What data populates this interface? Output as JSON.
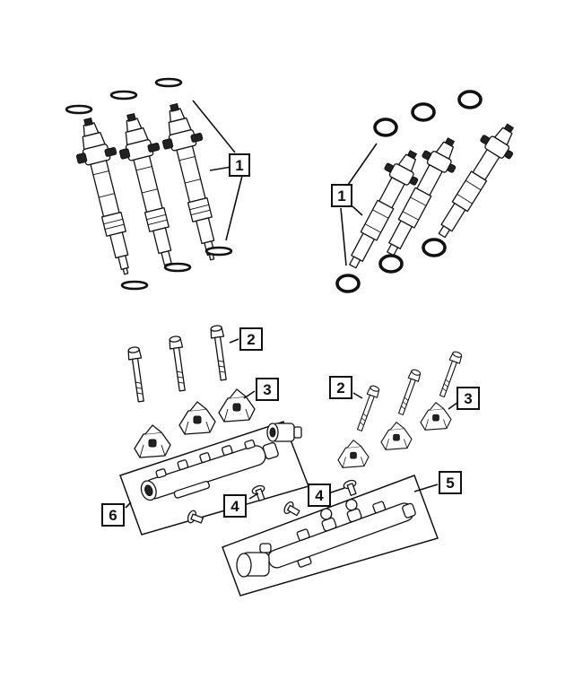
{
  "callouts": [
    {
      "id": "c1a",
      "label": "1"
    },
    {
      "id": "c1b",
      "label": "1"
    },
    {
      "id": "c2a",
      "label": "2"
    },
    {
      "id": "c2b",
      "label": "2"
    },
    {
      "id": "c3a",
      "label": "3"
    },
    {
      "id": "c3b",
      "label": "3"
    },
    {
      "id": "c4a",
      "label": "4"
    },
    {
      "id": "c4b",
      "label": "4"
    },
    {
      "id": "c5",
      "label": "5"
    },
    {
      "id": "c6",
      "label": "6"
    }
  ]
}
